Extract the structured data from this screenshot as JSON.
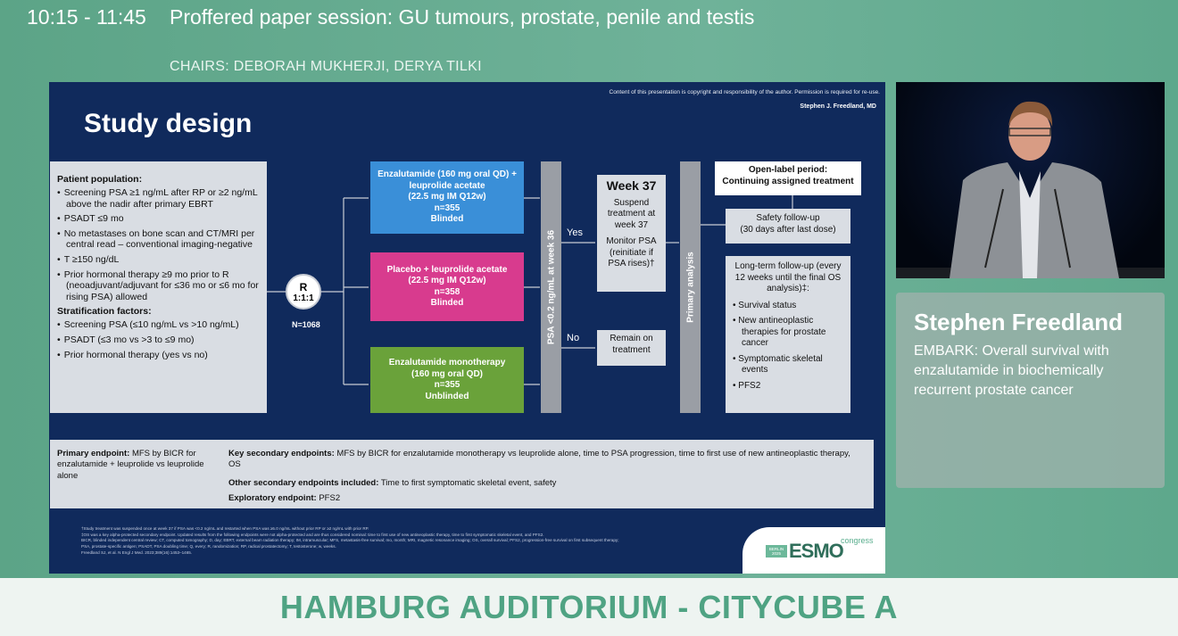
{
  "header": {
    "time": "10:15 - 11:45",
    "title": "Proffered paper session: GU tumours, prostate, penile and testis",
    "chairs": "CHAIRS: DEBORAH MUKHERJI, DERYA TILKI"
  },
  "slide": {
    "copyright": "Content of this presentation is copyright and responsibility of the author. Permission is required for re-use.",
    "author": "Stephen J. Freedland, MD",
    "title": "Study design",
    "population": {
      "heading": "Patient population:",
      "items": [
        "Screening PSA ≥1 ng/mL after RP or ≥2 ng/mL above the nadir after primary EBRT",
        "PSADT ≤9 mo",
        "No metastases on bone scan and CT/MRI per central read – conventional imaging-negative",
        "T ≥150 ng/dL",
        "Prior hormonal therapy ≥9 mo prior to R (neoadjuvant/adjuvant for ≤36 mo or ≤6 mo for rising PSA) allowed"
      ],
      "strat_heading": "Stratification factors:",
      "strat_items": [
        "Screening PSA (≤10 ng/mL vs >10 ng/mL)",
        "PSADT (≤3 mo vs >3 to ≤9 mo)",
        "Prior hormonal therapy (yes vs no)"
      ]
    },
    "randomization": {
      "letter": "R",
      "ratio": "1:1:1",
      "n": "N=1068"
    },
    "arms": [
      {
        "l1": "Enzalutamide (160 mg oral QD) +",
        "l2": "leuprolide acetate",
        "l3": "(22.5 mg IM Q12w)",
        "n": "n=355",
        "status": "Blinded",
        "color": "#3a8fd8"
      },
      {
        "l1": "Placebo + leuprolide acetate",
        "l2": "",
        "l3": "(22.5 mg IM Q12w)",
        "n": "n=358",
        "status": "Blinded",
        "color": "#d83b8e"
      },
      {
        "l1": "Enzalutamide monotherapy",
        "l2": "",
        "l3": "(160 mg oral QD)",
        "n": "n=355",
        "status": "Unblinded",
        "color": "#6aa23a"
      }
    ],
    "psa_bar": "PSA <0.2 ng/mL at week 36",
    "yes": "Yes",
    "no": "No",
    "week37": {
      "title": "Week 37",
      "l1": "Suspend treatment at week 37",
      "l2": "Monitor PSA (reinitiate if PSA rises)†"
    },
    "remain": "Remain on treatment",
    "primary_bar": "Primary analysis",
    "open_label": {
      "l1": "Open-label period:",
      "l2": "Continuing assigned treatment"
    },
    "safety": {
      "l1": "Safety follow-up",
      "l2": "(30 days after last dose)"
    },
    "longterm": {
      "heading": "Long-term follow-up (every 12 weeks until the final OS analysis)‡:",
      "items": [
        "Survival status",
        "New antineoplastic therapies for prostate cancer",
        "Symptomatic skeletal events",
        "PFS2"
      ]
    },
    "endpoints": {
      "primary_label": "Primary endpoint:",
      "primary": "MFS by BICR for enzalutamide + leuprolide vs leuprolide alone",
      "key_label": "Key secondary endpoints:",
      "key": "MFS by BICR for enzalutamide monotherapy vs leuprolide alone, time to PSA progression, time to first use of new antineoplastic therapy, OS",
      "other_label": "Other secondary endpoints included:",
      "other": "Time to first symptomatic skeletal event, safety",
      "expl_label": "Exploratory endpoint:",
      "expl": "PFS2"
    },
    "footnotes": [
      "†Study treatment was suspended once at week 37 if PSA was <0.2 ng/mL and restarted when PSA was ≥5.0 ng/mL without prior RP or ≥2 ng/mL with prior RP.",
      "‡OS was a key alpha-protected secondary endpoint. Updated results from the following endpoints were not alpha-protected and are thus considered nominal: time to first use of new antineoplastic therapy, time to first symptomatic skeletal event, and PFS2.",
      "BICR, blinded independent central review; CT, computed tomography; D, day; EBRT, external beam radiation therapy; IM, intramuscular; MFS, metastasis-free survival; mo, month; MRI, magnetic resonance imaging; OS, overall survival; PFS2, progression-free survival on first subsequent therapy;",
      "PSA, prostate-specific antigen; PSADT, PSA doubling time; Q, every; R, randomization; RP, radical prostatectomy; T, testosterone; w, weeks.",
      "Freedland SJ, et al. N Engl J Med. 2023;389(16):1453–1465."
    ],
    "logo": {
      "city": "BERLIN 2025",
      "brand": "ESMO",
      "suffix": "congress"
    }
  },
  "speaker": {
    "name": "Stephen Freedland",
    "talk": "EMBARK: Overall survival with enzalutamide in biochemically recurrent prostate cancer"
  },
  "venue": "HAMBURG AUDITORIUM - CITYCUBE A"
}
